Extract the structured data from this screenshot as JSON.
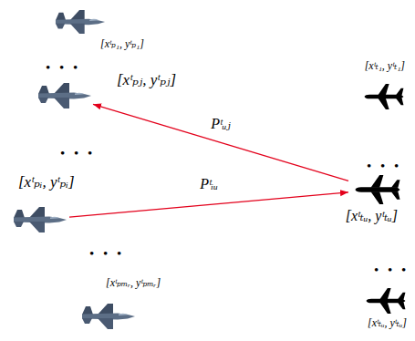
{
  "diagram": {
    "nodes": [
      {
        "text": [
          "[xᵗₚ₁, yᵗₚ₁]"
        ]
      },
      {
        "text": [
          "[xᵗₚⱼ, yᵗₚⱼ]"
        ]
      },
      {
        "text": [
          "[xᵗₚᵢ, yᵗₚᵢ]"
        ]
      },
      {
        "text": [
          "[xᵗₚₘᵣ, yᵗₚₘᵣ]"
        ]
      },
      {
        "text": [
          "[xᵗₜ₁, yᵗₜ₁]"
        ]
      },
      {
        "text": [
          "[xᵗₜᵤ, yᵗₜᵤ]"
        ]
      },
      {
        "text": [
          "[xᵗₜᵤ, yᵗₜᵤ]"
        ]
      }
    ],
    "edges": [
      {
        "from": 5,
        "to": 1,
        "arrow": "to",
        "label": "Pᵗᵤⱼ"
      },
      {
        "from": 2,
        "to": 5,
        "arrow": "to",
        "label": "Pᵗᵢᵤ"
      }
    ],
    "labels": [
      "• • •",
      "• • •",
      "• • •",
      "• • •",
      "• • •"
    ]
  }
}
